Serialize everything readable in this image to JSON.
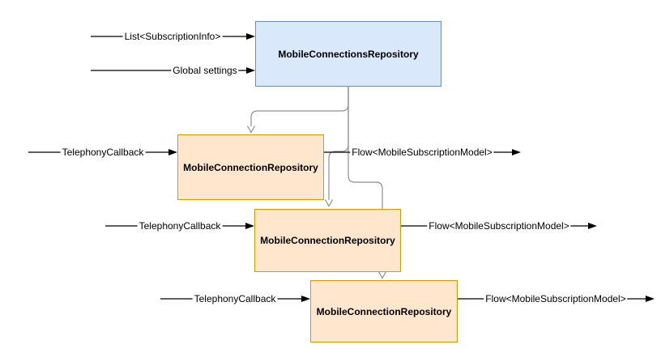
{
  "diagram": {
    "nodes": {
      "main": {
        "label": "MobileConnectionsRepository",
        "style": "blue"
      },
      "repo1": {
        "label": "MobileConnectionRepository",
        "style": "orange"
      },
      "repo2": {
        "label": "MobileConnectionRepository",
        "style": "orange"
      },
      "repo3": {
        "label": "MobileConnectionRepository",
        "style": "orange"
      }
    },
    "edge_labels": {
      "in_main_1": "List<SubscriptionInfo>",
      "in_main_2": "Global settings",
      "in_repo1": "TelephonyCallback",
      "in_repo2": "TelephonyCallback",
      "in_repo3": "TelephonyCallback",
      "out_repo1": "Flow<MobileSubscriptionModel>",
      "out_repo2": "Flow<MobileSubscriptionModel>",
      "out_repo3": "Flow<MobileSubscriptionModel>"
    },
    "colors": {
      "main_fill": "#dae8fc",
      "main_border": "#6c8ebf",
      "repo_fill": "#ffe6cc",
      "repo_border": "#d79b00",
      "connector_gray": "#8f8f8f",
      "connector_black": "#000000",
      "background": "#ffffff"
    }
  }
}
